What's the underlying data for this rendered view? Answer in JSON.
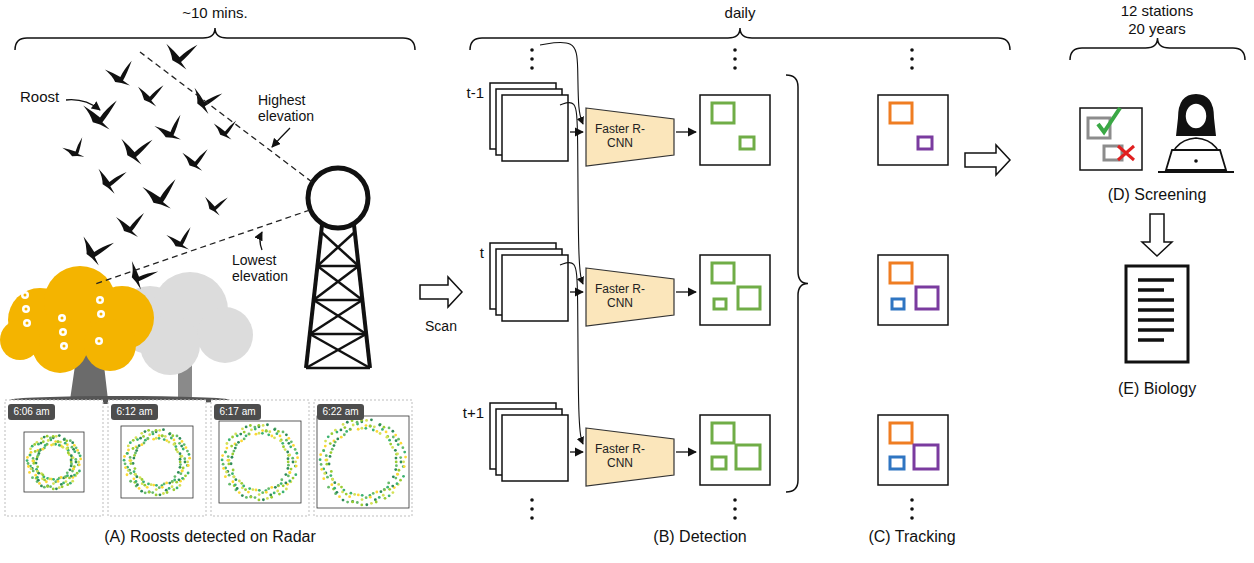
{
  "diagram": {
    "nodes": [
      {
        "text": [
          "6:06 am"
        ]
      },
      {
        "text": [
          "6:12 am"
        ]
      },
      {
        "text": [
          "6:17 am"
        ]
      },
      {
        "text": [
          "6:22 am"
        ]
      },
      {
        "text": [
          "Faster R-CNN"
        ]
      },
      {
        "text": [
          "Faster R-CNN"
        ]
      },
      {
        "text": [
          "Faster R-CNN"
        ]
      }
    ],
    "labels": [
      "~10 mins.",
      "Roost",
      "Highest elevation",
      "Lowest elevation",
      "(A) Roosts detected on Radar",
      "Scan",
      "daily",
      "t-1",
      "t",
      "t+1",
      "(B) Detection",
      "(C) Tracking",
      "12 stations",
      "20 years",
      "(D) Screening",
      "(E) Biology"
    ]
  }
}
